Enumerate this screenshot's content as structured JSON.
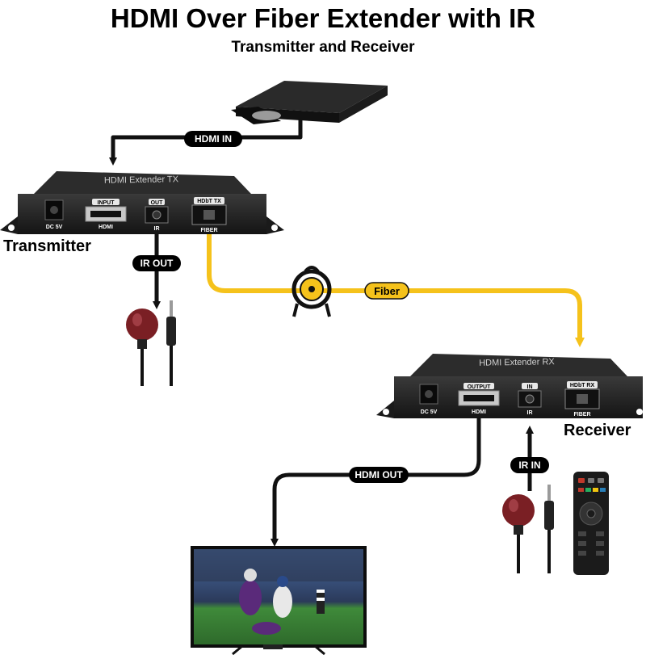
{
  "title": "HDMI Over Fiber Extender with IR",
  "subtitle": "Transmitter and Receiver",
  "labels": {
    "transmitter": "Transmitter",
    "receiver": "Receiver",
    "hdmi_in": "HDMI IN",
    "ir_out": "IR OUT",
    "fiber": "Fiber",
    "hdmi_out": "HDMI OUT",
    "ir_in": "IR IN"
  },
  "transmitter_panel": {
    "model": "HDMI Extender TX",
    "ports": {
      "dc": "DC 5V",
      "input_tag": "INPUT",
      "hdmi": "HDMI",
      "out_tag": "OUT",
      "ir": "IR",
      "hdbt": "HDbT TX",
      "fiber": "FIBER"
    }
  },
  "receiver_panel": {
    "model": "HDMI Extender RX",
    "ports": {
      "dc": "DC 5V",
      "output_tag": "OUTPUT",
      "hdmi": "HDMI",
      "in_tag": "IN",
      "ir": "IR",
      "hdbt": "HDbT RX",
      "fiber": "FIBER"
    }
  },
  "colors": {
    "fiber_cable": "#f5c21b",
    "cable": "#111111",
    "device_body": "#1e1e1e",
    "label_pill": "#000000",
    "ir_eye": "#7a1f24"
  }
}
